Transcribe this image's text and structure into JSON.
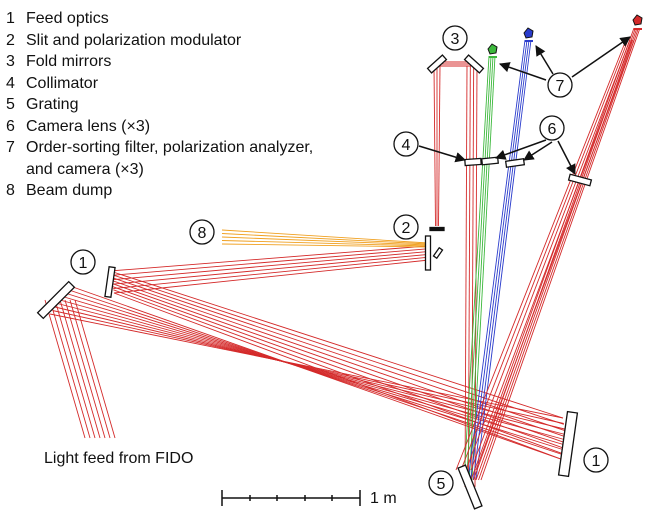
{
  "legend": [
    {
      "num": "1",
      "label": "Feed optics"
    },
    {
      "num": "2",
      "label": "Slit and polarization modulator"
    },
    {
      "num": "3",
      "label": "Fold mirrors"
    },
    {
      "num": "4",
      "label": "Collimator"
    },
    {
      "num": "5",
      "label": "Grating"
    },
    {
      "num": "6",
      "label": "Camera lens (×3)"
    },
    {
      "num": "7",
      "label": "Order-sorting filter, polarization analyzer,",
      "continuation": "and camera (×3)"
    },
    {
      "num": "8",
      "label": "Beam dump"
    }
  ],
  "feed_caption": "Light feed from FIDO",
  "scale_bar": {
    "label": "1 m"
  },
  "callouts": [
    "1",
    "1",
    "2",
    "3",
    "4",
    "5",
    "6",
    "7",
    "8"
  ],
  "colors": {
    "red_beam": "#d42a2a",
    "green_beam": "#3cb83c",
    "blue_beam": "#2a3ccc",
    "orange_beam": "#f0a020",
    "outline": "#111111"
  }
}
